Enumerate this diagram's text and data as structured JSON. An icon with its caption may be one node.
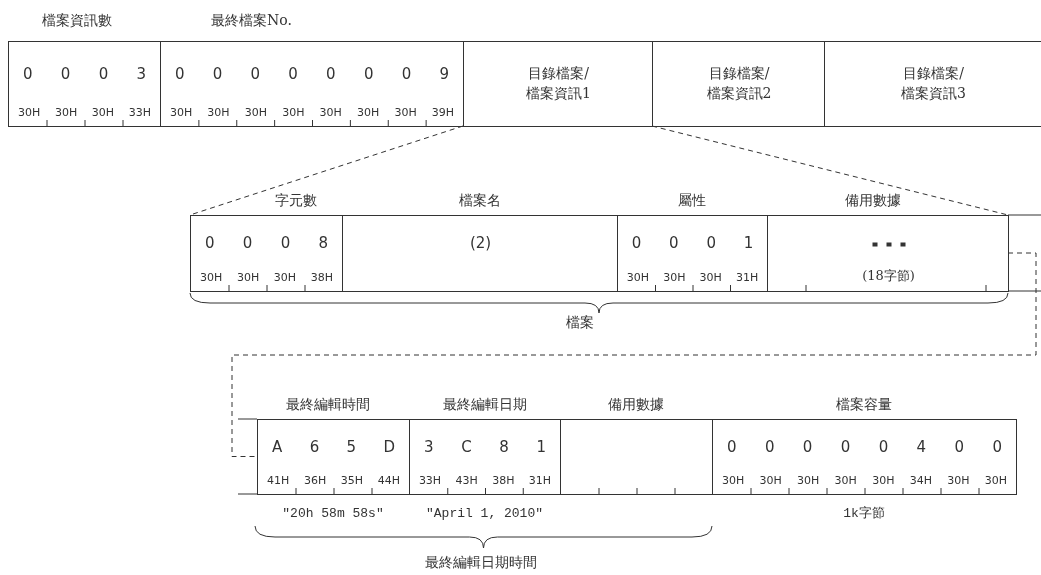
{
  "diagram": {
    "nodes": [
      {
        "text": [
          "檔案資訊數",
          "0 0 0 3",
          "30H 30H 30H 33H"
        ]
      },
      {
        "text": [
          "最終檔案No.",
          "0 0 0 0 0 0 0 9",
          "30H 30H 30H 30H 30H 30H 30H 39H"
        ]
      },
      {
        "text": [
          "目錄檔案/檔案資訊1"
        ]
      },
      {
        "text": [
          "目錄檔案/檔案資訊2"
        ]
      },
      {
        "text": [
          "目錄檔案/檔案資訊3"
        ]
      },
      {
        "text": [
          "字元數",
          "0 0 0 8",
          "30H 30H 30H 38H"
        ]
      },
      {
        "text": [
          "檔案名",
          "(2)"
        ]
      },
      {
        "text": [
          "屬性",
          "0 0 0 1",
          "30H 30H 30H 31H"
        ]
      },
      {
        "text": [
          "備用數據",
          "(18字節)"
        ]
      },
      {
        "text": [
          "最終編輯時間",
          "A 6 5 D",
          "41H 36H 35H 44H"
        ],
        "beside": [
          "″20h 58m 58s″"
        ]
      },
      {
        "text": [
          "最終編輯日期",
          "3 C 8 1",
          "33H 43H 38H 31H"
        ],
        "beside": [
          "″April 1, 2010″"
        ]
      },
      {
        "text": [
          "備用數據"
        ]
      },
      {
        "text": [
          "檔案容量",
          "0 0 0 0 0 4 0 0",
          "30H 30H 30H 30H 30H 34H 30H 30H"
        ],
        "beside": [
          "1k字節"
        ]
      }
    ],
    "edges": [
      {
        "from": 2,
        "to": 5,
        "arrow": "none",
        "style": "dashed"
      },
      {
        "from": 2,
        "to": 8,
        "arrow": "none",
        "style": "dashed"
      },
      {
        "from": 8,
        "to": 9,
        "arrow": "none",
        "style": "dashed"
      }
    ],
    "labels": [
      "檔案",
      "最終編輯日期時間"
    ]
  }
}
